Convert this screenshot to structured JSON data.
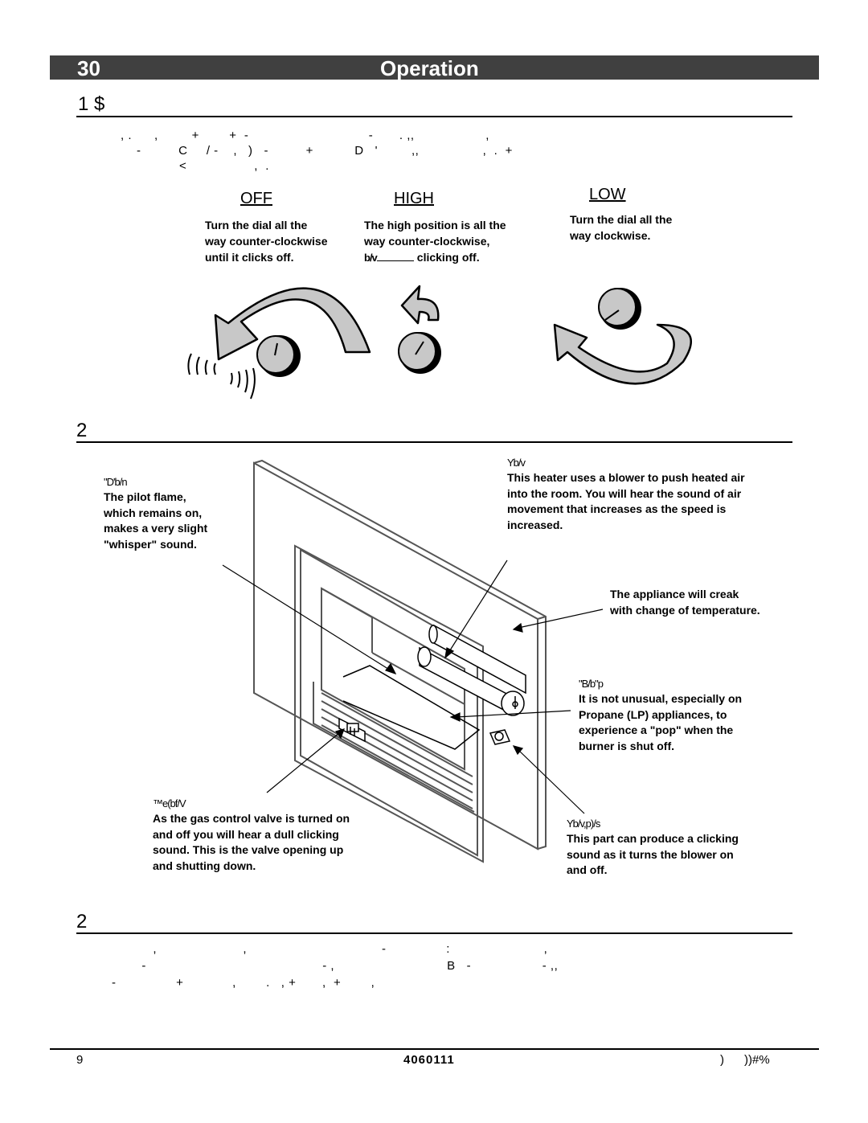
{
  "header": {
    "page_number": "30",
    "section_title": "Operation"
  },
  "section1": {
    "heading": "1          $",
    "body_lines": [
      ", .      ,         +        +  -                                -       . ,,                   ,",
      "-          C     / -    ,   )   -          +           D   '         ,,                 ,  .  +",
      "<                  ,  ."
    ]
  },
  "dials": [
    {
      "label": "OFF",
      "description_lines": [
        "Turn the dial all the",
        "way counter-clockwise",
        "until it clicks off."
      ]
    },
    {
      "label": "HIGH",
      "description_lines": [
        "The high position is all the",
        "way counter-clockwise,"
      ],
      "last_prefix": "b/v",
      "last_suffix": "clicking off."
    },
    {
      "label": "LOW",
      "description_lines": [
        "Turn the dial all the",
        "way clockwise."
      ]
    }
  ],
  "section2": {
    "heading": "2",
    "notes": {
      "pilot": {
        "heading": "\"D'b/n",
        "lines": [
          "The pilot flame,",
          "which remains on,",
          "makes a very slight",
          "\"whisper\" sound."
        ]
      },
      "blower": {
        "heading": "Yb/v",
        "lines": [
          "This heater uses a blower to push heated air",
          "into the room.  You will hear the sound of air",
          "movement that increases as the speed is",
          "increased."
        ]
      },
      "creak": {
        "lines": [
          "The appliance will creak",
          "with change of temperature."
        ]
      },
      "pop": {
        "heading": "\"B/b\"p",
        "lines": [
          "It is not unusual, especially on",
          "Propane (LP) appliances, to",
          "experience a \"pop\" when the",
          "burner is shut off."
        ]
      },
      "valve": {
        "heading": "™e(bf/V",
        "lines": [
          "As the gas control valve is turned on",
          "and off you will hear a dull clicking",
          "sound.  This is the valve opening up",
          "and shutting down."
        ]
      },
      "switch": {
        "heading": "Yb/v,p)/s",
        "lines": [
          "This part can produce a clicking",
          "sound  as it turns the blower on",
          "and off."
        ]
      }
    }
  },
  "section3": {
    "heading": "2",
    "body_lines": [
      "              ,                       ,                                    -                :                         ,",
      "           -                                               - ,                              B   -                   - ,,",
      "   -                +             ,        .   , +       ,  +        ,"
    ]
  },
  "footer": {
    "left": "9",
    "center": "4060111",
    "right": ")      ))#%"
  }
}
